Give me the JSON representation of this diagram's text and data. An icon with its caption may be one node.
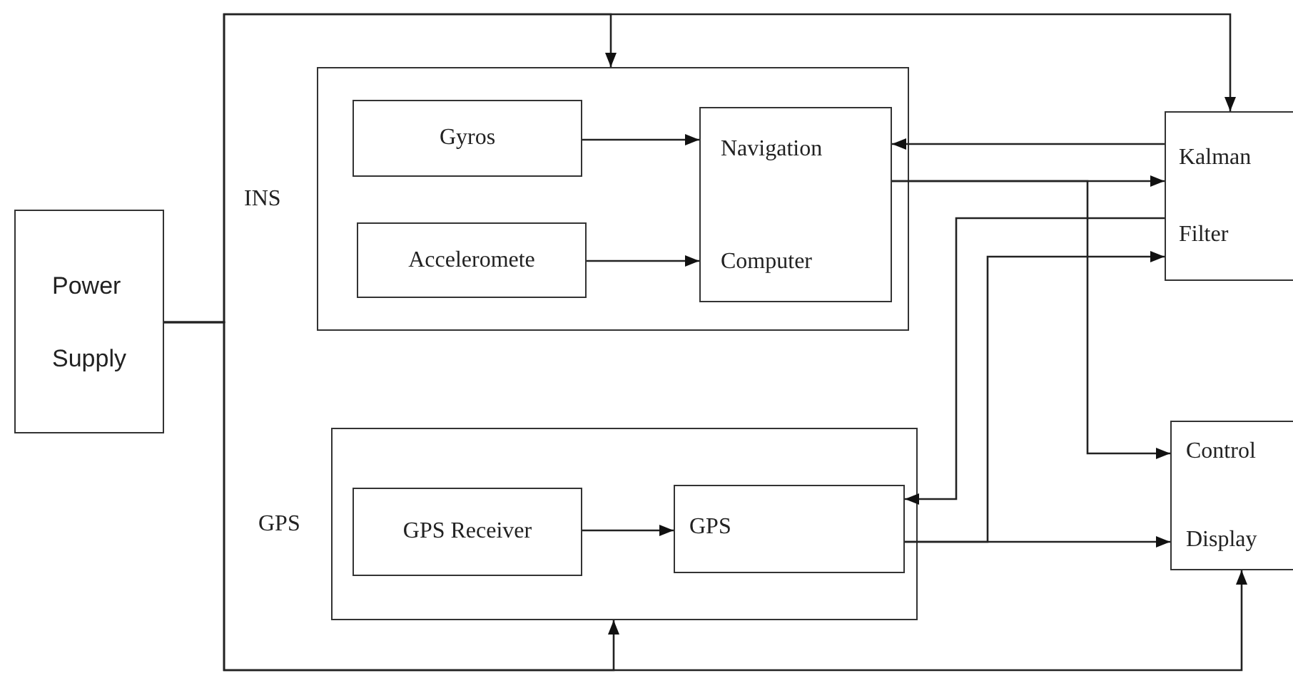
{
  "diagram": {
    "nodes": [
      {
        "text": [
          "Power Supply"
        ]
      },
      {
        "text": [
          "INS"
        ]
      },
      {
        "text": [
          "Gyros"
        ],
        "in": 1
      },
      {
        "text": [
          "Acceleromete"
        ],
        "in": 1
      },
      {
        "text": [
          "Navigation Computer"
        ],
        "in": 1
      },
      {
        "text": [
          "GPS"
        ]
      },
      {
        "text": [
          "GPS Receiver"
        ],
        "in": 5
      },
      {
        "text": [
          "GPS"
        ],
        "in": 5
      },
      {
        "text": [
          "Kalman Filter"
        ]
      },
      {
        "text": [
          "Control Display"
        ]
      }
    ],
    "edges": [
      {
        "from": 2,
        "to": 4,
        "arrow": "to"
      },
      {
        "from": 3,
        "to": 4,
        "arrow": "to"
      },
      {
        "from": 6,
        "to": 7,
        "arrow": "to"
      },
      {
        "from": 8,
        "to": 4,
        "arrow": "to"
      },
      {
        "from": 4,
        "to": 8,
        "arrow": "to"
      },
      {
        "from": 4,
        "to": 9,
        "arrow": "to"
      },
      {
        "from": 8,
        "to": 7,
        "arrow": "to"
      },
      {
        "from": 7,
        "to": 8,
        "arrow": "to"
      },
      {
        "from": 7,
        "to": 9,
        "arrow": "to"
      },
      {
        "from": 0,
        "to": 1,
        "arrow": "to"
      },
      {
        "from": 0,
        "to": 8,
        "arrow": "to"
      },
      {
        "from": 0,
        "to": 5,
        "arrow": "to"
      },
      {
        "from": 0,
        "to": 9,
        "arrow": "to"
      }
    ]
  }
}
